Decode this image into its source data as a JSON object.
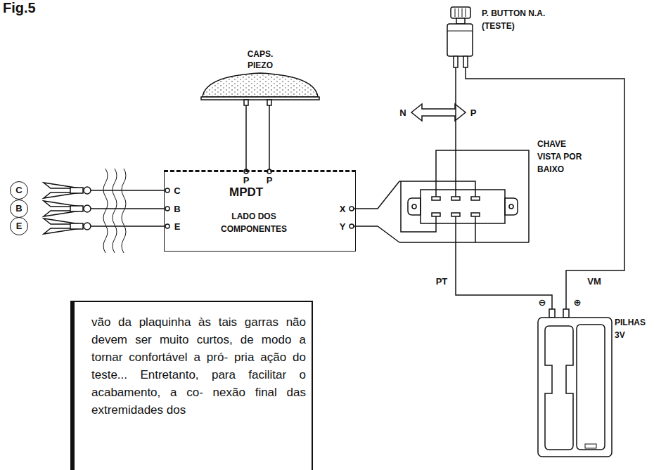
{
  "diagram": {
    "title": "Fig.5",
    "nodes": [
      {
        "text": [
          "C"
        ]
      },
      {
        "text": [
          "B"
        ]
      },
      {
        "text": [
          "E"
        ]
      },
      {
        "text": [
          "MPDT",
          "LADO DOS COMPONENTES"
        ]
      },
      {
        "text": [
          "CAPS. PIEZO"
        ]
      },
      {
        "text": [
          "P. BUTTON N.A. (TESTE)"
        ]
      },
      {
        "text": [
          "CHAVE VISTA POR BAIXO"
        ]
      },
      {
        "text": [
          "PILHAS 3V"
        ]
      },
      {
        "text": [
          "vão da plaquinha às tais garras não devem ser muito curtos, de modo a tornar confortável a pró- pria ação do teste... Entretanto, para facilitar o acabamento, a co- nexão final das extremidades dos"
        ]
      }
    ],
    "edges": [
      {
        "from": 0,
        "to": 3,
        "arrow": "none"
      },
      {
        "from": 1,
        "to": 3,
        "arrow": "none"
      },
      {
        "from": 2,
        "to": 3,
        "arrow": "none"
      },
      {
        "from": 4,
        "to": 3,
        "arrow": "none"
      },
      {
        "from": 4,
        "to": 3,
        "arrow": "none"
      },
      {
        "from": 3,
        "to": 6,
        "arrow": "none"
      },
      {
        "from": 3,
        "to": 6,
        "arrow": "none"
      },
      {
        "from": 5,
        "to": 6,
        "arrow": "none"
      },
      {
        "from": 6,
        "to": 7,
        "label": "PT",
        "arrow": "none"
      },
      {
        "from": 5,
        "to": 7,
        "label": "VM",
        "arrow": "none"
      }
    ],
    "labels": [
      "C",
      "B",
      "E",
      "P",
      "P",
      "X",
      "Y",
      "N",
      "P",
      "⊖",
      "⊕"
    ]
  }
}
